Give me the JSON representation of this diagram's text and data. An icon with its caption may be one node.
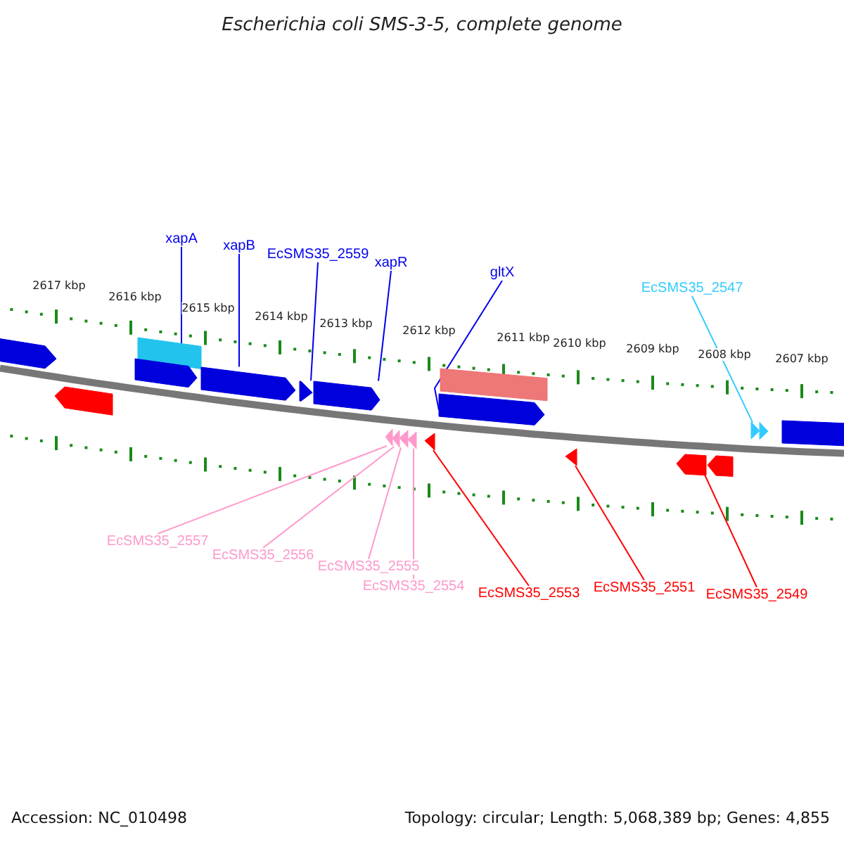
{
  "diagram": {
    "title": "Escherichia coli SMS-3-5, complete genome",
    "nodes": [
      {
        "text": [
          "xapA"
        ]
      },
      {
        "text": [
          "xapB"
        ]
      },
      {
        "text": [
          "EcSMS35_2559"
        ]
      },
      {
        "text": [
          "xapR"
        ]
      },
      {
        "text": [
          "gltX"
        ]
      },
      {
        "text": [
          "EcSMS35_2547"
        ]
      },
      {
        "text": [],
        "shape": "arrow"
      },
      {
        "text": [],
        "shape": "bar"
      },
      {
        "text": [],
        "shape": "arrow"
      },
      {
        "text": [],
        "shape": "arrow"
      },
      {
        "text": [],
        "shape": "arrow"
      },
      {
        "text": [],
        "shape": "arrow"
      },
      {
        "text": [],
        "shape": "bar"
      },
      {
        "text": [],
        "shape": "arrow"
      },
      {
        "text": [],
        "shape": "arrow"
      },
      {
        "text": [],
        "shape": "arrow"
      },
      {
        "text": [],
        "shape": "arrow"
      },
      {
        "text": [],
        "shape": "arrow"
      },
      {
        "text": [],
        "shape": "arrow"
      },
      {
        "text": [],
        "shape": "arrow"
      },
      {
        "text": [],
        "shape": "arrow"
      },
      {
        "text": [],
        "shape": "arrow"
      },
      {
        "text": [],
        "shape": "arrow"
      },
      {
        "text": [],
        "shape": "arrow"
      },
      {
        "text": [],
        "shape": "arrow"
      },
      {
        "text": [
          "EcSMS35_2557"
        ]
      },
      {
        "text": [
          "EcSMS35_2556"
        ]
      },
      {
        "text": [
          "EcSMS35_2555"
        ]
      },
      {
        "text": [
          "EcSMS35_2554"
        ]
      },
      {
        "text": [
          "EcSMS35_2553"
        ]
      },
      {
        "text": [
          "EcSMS35_2551"
        ]
      },
      {
        "text": [
          "EcSMS35_2549"
        ]
      }
    ],
    "edges": [
      {
        "from": 0,
        "to": 8,
        "arrow": "none"
      },
      {
        "from": 1,
        "to": 9,
        "arrow": "none"
      },
      {
        "from": 2,
        "to": 10,
        "arrow": "none"
      },
      {
        "from": 3,
        "to": 11,
        "arrow": "none"
      },
      {
        "from": 4,
        "to": 13,
        "arrow": "none"
      },
      {
        "from": 5,
        "to": 14,
        "arrow": "none",
        "color": "#33ccff"
      },
      {
        "from": 25,
        "to": 17,
        "arrow": "none",
        "color": "#ff99cc"
      },
      {
        "from": 26,
        "to": 18,
        "arrow": "none",
        "color": "#ff99cc"
      },
      {
        "from": 27,
        "to": 19,
        "arrow": "none",
        "color": "#ff99cc"
      },
      {
        "from": 28,
        "to": 20,
        "arrow": "none",
        "color": "#ff99cc"
      },
      {
        "from": 29,
        "to": 21,
        "arrow": "none",
        "color": "#ff0000"
      },
      {
        "from": 30,
        "to": 22,
        "arrow": "none",
        "color": "#ff0000"
      },
      {
        "from": 31,
        "to": 23,
        "arrow": "none",
        "color": "#ff0000"
      }
    ],
    "labels": [
      "2617 kbp",
      "2616 kbp",
      "2615 kbp",
      "2614 kbp",
      "2613 kbp",
      "2612 kbp",
      "2611 kbp",
      "2610 kbp",
      "2609 kbp",
      "2608 kbp",
      "2607 kbp",
      "Accession: NC_010498",
      "Topology: circular; Length: 5,068,389 bp; Genes: 4,855"
    ]
  }
}
